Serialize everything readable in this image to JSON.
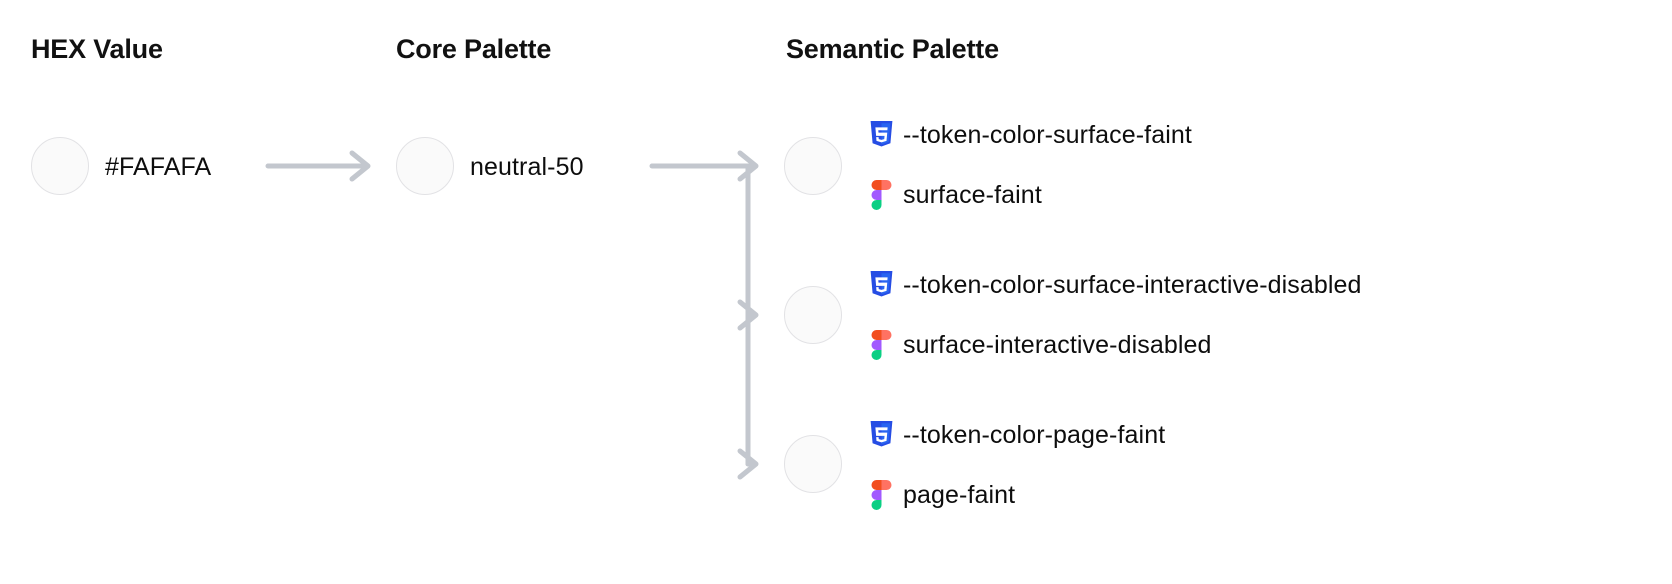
{
  "diagram": {
    "title": "Design token mapping: HEX value to core palette to semantic palette",
    "background_color": "#ffffff",
    "swatch_color": "#FAFAFA",
    "swatch_border_color": "#E2E2E5",
    "connector_color": "#C3C7CE",
    "text_color": "#0D0D0D"
  },
  "columns": [
    {
      "id": "hex",
      "header": "HEX Value"
    },
    {
      "id": "core",
      "header": "Core Palette"
    },
    {
      "id": "semantic",
      "header": "Semantic Palette"
    }
  ],
  "hex": {
    "swatch_color": "#FAFAFA",
    "label": "#FAFAFA"
  },
  "core": {
    "swatch_color": "#FAFAFA",
    "label": "neutral-50"
  },
  "semantic": {
    "rows": [
      {
        "swatch_color": "#FAFAFA",
        "css_icon": "css3-icon",
        "css_token": "--token-color-surface-faint",
        "figma_icon": "figma-icon",
        "figma_token": "surface-faint"
      },
      {
        "swatch_color": "#FAFAFA",
        "css_icon": "css3-icon",
        "css_token": "--token-color-surface-interactive-disabled",
        "figma_icon": "figma-icon",
        "figma_token": "surface-interactive-disabled"
      },
      {
        "swatch_color": "#FAFAFA",
        "css_icon": "css3-icon",
        "css_token": "--token-color-page-faint",
        "figma_icon": "figma-icon",
        "figma_token": "page-faint"
      }
    ]
  },
  "icons": {
    "css3": {
      "name": "css3-icon",
      "shield_color": "#264DE4",
      "shield_inner_color": "#2965F1",
      "glyph_color": "#FFFFFF"
    },
    "figma": {
      "name": "figma-icon",
      "colors": [
        "#F24E1E",
        "#FF7262",
        "#A259FF",
        "#1ABCFE",
        "#0ACF83"
      ]
    },
    "arrow": {
      "name": "arrow-right-icon",
      "color": "#C3C7CE"
    }
  }
}
